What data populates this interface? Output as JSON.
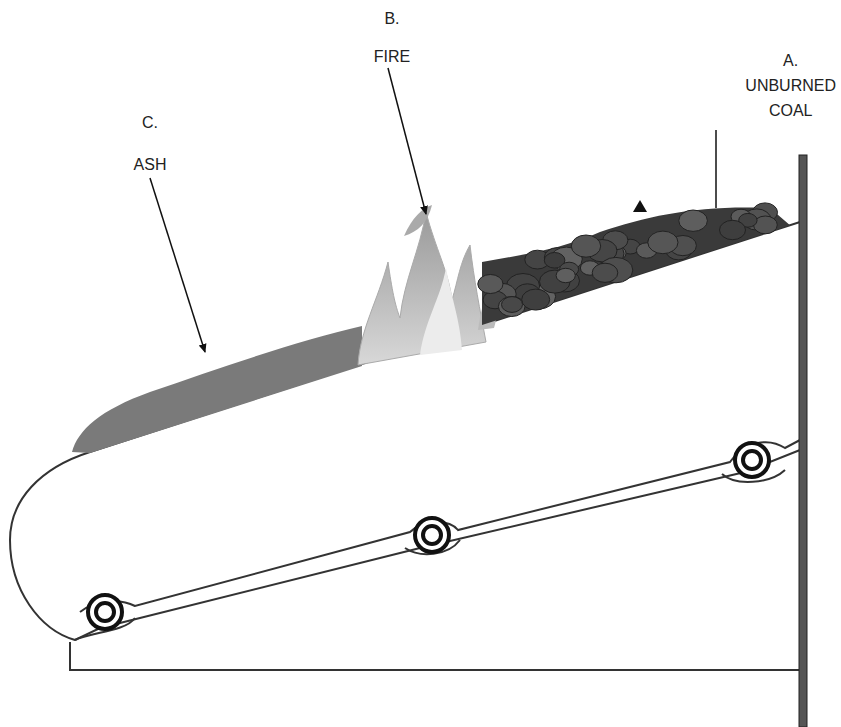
{
  "diagram": {
    "labels": [
      "A. UNBURNED COAL",
      "B. FIRE",
      "C. ASH"
    ]
  }
}
